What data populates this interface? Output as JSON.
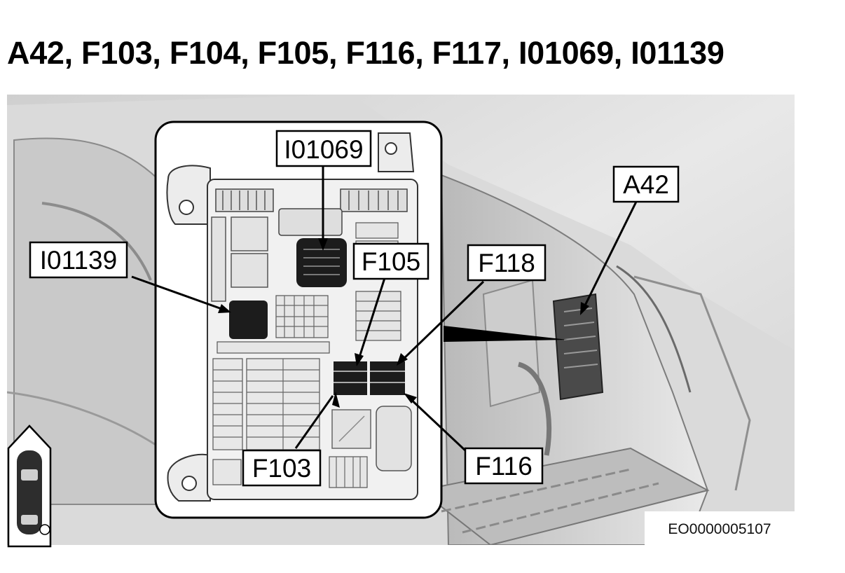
{
  "title": "A42, F103, F104, F105, F116, F117, I01069, I01139",
  "callouts": {
    "i01069": "I01069",
    "i01139": "I01139",
    "f105": "F105",
    "f118": "F118",
    "a42": "A42",
    "f103": "F103",
    "f116": "F116"
  },
  "image_code": "EO0000005107",
  "colors": {
    "background": "#e4e4e4",
    "panel": "#f3f3f3",
    "fuse_dark": "#1c1c1c",
    "line": "#000000"
  }
}
